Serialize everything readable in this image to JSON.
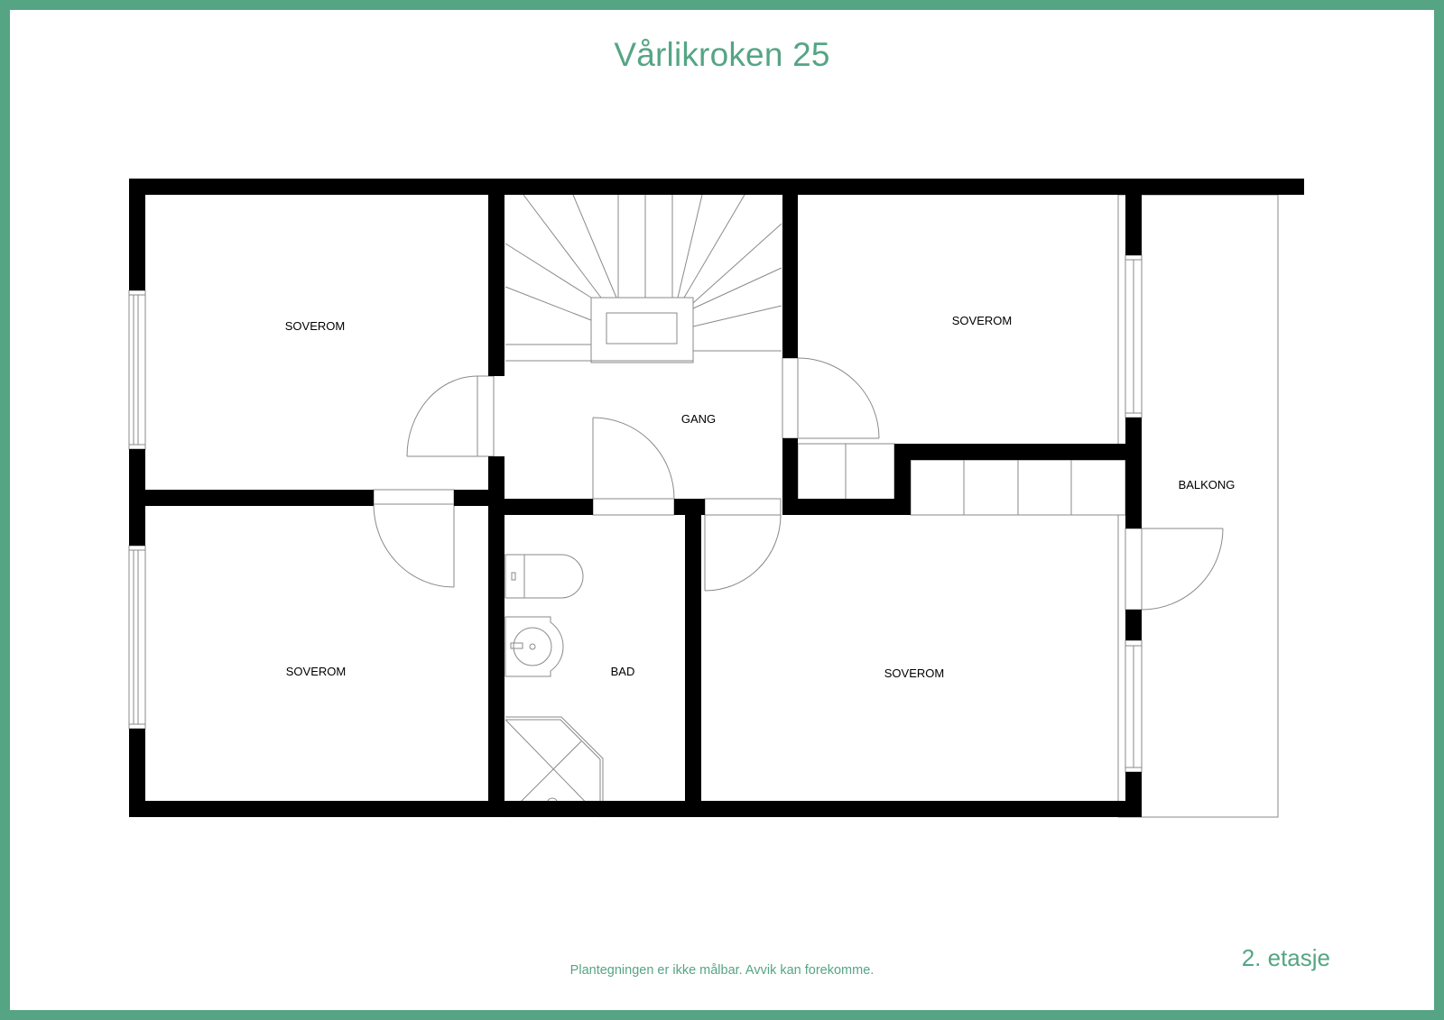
{
  "page": {
    "title": "Vårlikroken 25",
    "disclaimer": "Plantegningen er ikke målbar. Avvik kan forekomme.",
    "floor_label": "2. etasje",
    "accent_color": "#55a584",
    "wall_color": "#000000",
    "line_color": "#808080"
  },
  "rooms": [
    {
      "id": "soverom-nw",
      "label": "SOVEROM"
    },
    {
      "id": "gang",
      "label": "GANG"
    },
    {
      "id": "soverom-ne",
      "label": "SOVEROM"
    },
    {
      "id": "balkong",
      "label": "BALKONG"
    },
    {
      "id": "soverom-sw",
      "label": "SOVEROM"
    },
    {
      "id": "bad",
      "label": "BAD"
    },
    {
      "id": "soverom-se",
      "label": "SOVEROM"
    }
  ],
  "fixtures": {
    "bathroom": [
      "toilet",
      "sink",
      "shower"
    ],
    "stair": "winding-staircase"
  }
}
